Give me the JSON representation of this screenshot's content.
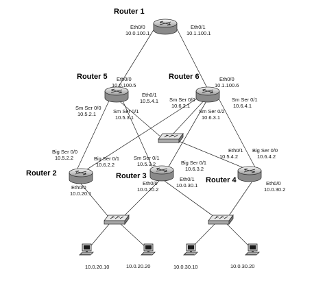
{
  "routers": {
    "r1": {
      "name": "Router 1",
      "if1": "Eth0/0",
      "ip1": "10.0.100.1",
      "if2": "Eth0/1",
      "ip2": "10.1.100.1"
    },
    "r5": {
      "name": "Router 5",
      "if_a": "Eth0/0",
      "ip_a": "10.0.100.5",
      "if_b": "Eth0/1",
      "ip_b": "10.5.4.1",
      "if_c": "Sm Ser 0/0",
      "ip_c": "10.5.2.1",
      "if_d": "Sm Ser 0/1",
      "ip_d": "10.5.3.1"
    },
    "r6": {
      "name": "Router 6",
      "if_a": "Eth0/0",
      "ip_a": "10.1.100.6",
      "if_b": "Sm Ser 0/0",
      "ip_b": "10.6.2.1",
      "if_c": "Sm Ser 0/1",
      "ip_c": "10.6.4.1",
      "if_d": "Sm Ser 0/2",
      "ip_d": "10.6.3.1"
    },
    "r2": {
      "name": "Router 2",
      "if_a": "Big Ser 0/0",
      "ip_a": "10.5.2.2",
      "if_b": "Big Ser 0/1",
      "ip_b": "10.6.2.2",
      "if_c": "Eth0/0",
      "ip_c": "10.0.20.1"
    },
    "r3": {
      "name": "Router 3",
      "if_a": "Sm Ser 0/1",
      "ip_a": "10.5.3.2",
      "if_b": "Big Ser 0/1",
      "ip_b": "10.6.3.2",
      "if_c": "Eth0/0",
      "ip_c": "10.0.20.2",
      "if_d": "Eth0/1",
      "ip_d": "10.0.30.1"
    },
    "r4": {
      "name": "Router 4",
      "if_a": "Eth0/1",
      "ip_a": "10.5.4.2",
      "if_b": "Big Ser 0/0",
      "ip_b": "10.6.4.2",
      "if_c": "Eth0/0",
      "ip_c": "10.0.30.2"
    }
  },
  "hosts": [
    {
      "ip": "10.0.20.10"
    },
    {
      "ip": "10.0.20.20"
    },
    {
      "ip": "10.0.30.10"
    },
    {
      "ip": "10.0.30.20"
    }
  ]
}
